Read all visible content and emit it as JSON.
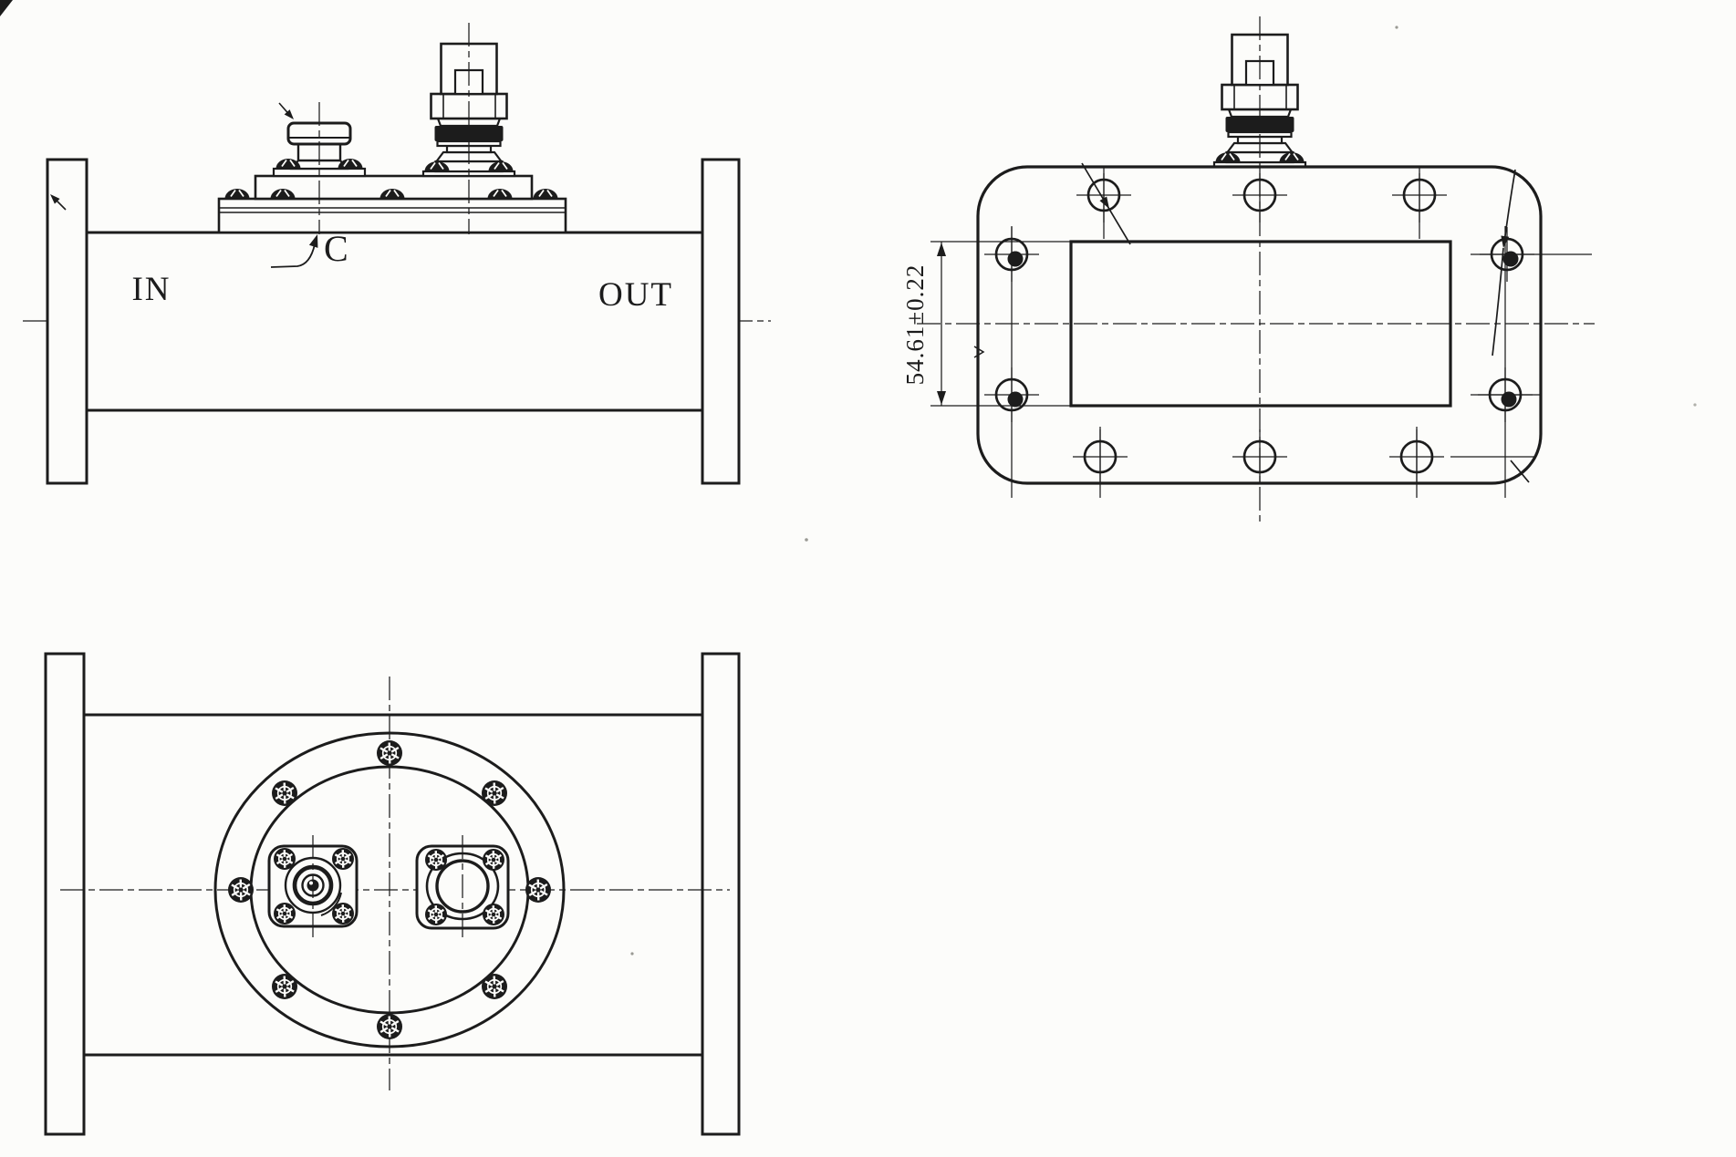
{
  "colors": {
    "paper": "#fcfcfa",
    "ink": "#1c1c1c"
  },
  "side_view": {
    "label_in": "IN",
    "label_out": "OUT",
    "section_label": "C"
  },
  "end_view": {
    "dimension_label": "54.61±0.22"
  }
}
